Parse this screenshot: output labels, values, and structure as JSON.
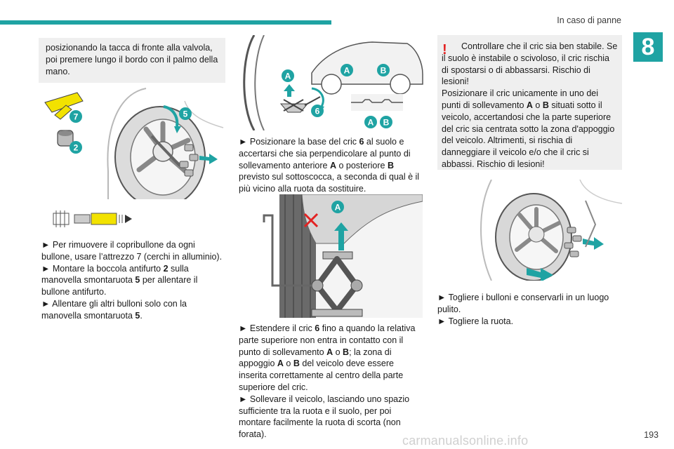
{
  "header": {
    "section_title": "In caso di panne",
    "chapter_number": "8"
  },
  "col1": {
    "intro": "posizionando la tacca di fronte alla valvola, poi premere lungo il bordo con il palmo della mano.",
    "fig_labels": {
      "tool": "7",
      "socket": "2",
      "wrench": "5"
    },
    "steps": [
      {
        "bullet": "►",
        "text": "Per rimuovere il copribullone da ogni bullone, usare l’attrezzo  7 (cerchi in alluminio)."
      },
      {
        "bullet": "►",
        "text_before": "Montare la boccola antifurto ",
        "bold1": "2",
        "text_mid": " sulla manovella smontaruota ",
        "bold2": "5",
        "text_after": " per allentare il bullone antifurto."
      },
      {
        "bullet": "►",
        "text_before": "Allentare gli altri bulloni solo con la manovella smontaruota ",
        "bold1": "5",
        "text_after": "."
      }
    ]
  },
  "col2": {
    "fig_labels": {
      "A": "A",
      "B": "B",
      "jack": "6"
    },
    "step1": {
      "bullet": "►",
      "t1": "Posizionare la base del cric ",
      "b1": "6",
      "t2": " al suolo e accertarsi che sia perpendicolare al punto di sollevamento anteriore ",
      "b2": "A",
      "t3": " o posteriore ",
      "b3": "B",
      "t4": " previsto sul sottoscocca, a seconda di qual è il più vicino alla ruota da sostituire."
    },
    "step2": {
      "bullet": "►",
      "t1": "Estendere il cric ",
      "b1": "6",
      "t2": " fino a quando la relativa parte superiore non entra in contatto con il punto di sollevamento ",
      "b2": "A",
      "t3": " o ",
      "b3": "B",
      "t4": "; la zona di appoggio ",
      "b4": "A",
      "t5": " o ",
      "b5": "B",
      "t6": " del veicolo deve essere inserita correttamente al centro della parte superiore del cric."
    },
    "step3": {
      "bullet": "►",
      "text": "Sollevare il veicolo, lasciando uno spazio sufficiente tra la ruota e il suolo, per poi montare facilmente la ruota di scorta (non forata)."
    }
  },
  "col3": {
    "warning": {
      "icon": "!",
      "line1": "Controllare che il cric sia ben stabile. Se il suolo è instabile o scivoloso, il cric rischia di spostarsi o di abbassarsi. Rischio di lesioni!",
      "p2_t1": "Posizionare il cric unicamente in uno dei punti di sollevamento ",
      "p2_b1": "A",
      "p2_t2": " o ",
      "p2_b2": "B",
      "p2_t3": " situati sotto il veicolo, accertandosi che la parte superiore del cric sia centrata sotto la zona d'appoggio del veicolo. Altrimenti, si rischia di danneggiare il veicolo e/o che il cric si abbassi. Rischio di lesioni!"
    },
    "steps": [
      {
        "bullet": "►",
        "text": "Togliere i bulloni e conservarli in un luogo pulito."
      },
      {
        "bullet": "►",
        "text": "Togliere la ruota."
      }
    ]
  },
  "footer": {
    "page_number": "193",
    "watermark": "carmanualsonline.info"
  },
  "colors": {
    "accent": "#1fa3a3",
    "warning": "#e32222",
    "box": "#efefef",
    "yellow": "#f2e200"
  }
}
